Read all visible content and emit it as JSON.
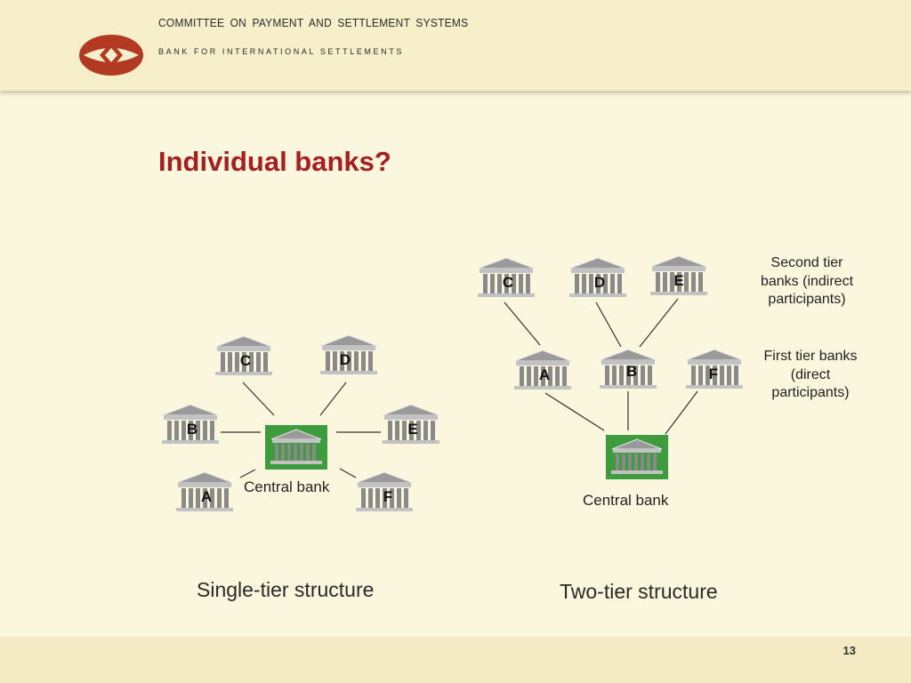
{
  "header": {
    "org_title": "COMMITTEE  ON  PAYMENT  AND  SETTLEMENT  SYSTEMS",
    "org_subtitle": "BANK FOR INTERNATIONAL SETTLEMENTS",
    "logo_icon": "bis-logo-icon"
  },
  "slide": {
    "title": "Individual banks?",
    "page_number": "13"
  },
  "single_tier": {
    "label": "Single-tier structure",
    "center_label": "Central bank",
    "banks": [
      "A",
      "B",
      "C",
      "D",
      "E",
      "F"
    ]
  },
  "two_tier": {
    "label": "Two-tier structure",
    "center_label": "Central bank",
    "second_tier_banks": [
      "C",
      "D",
      "E"
    ],
    "first_tier_banks": [
      "A",
      "B",
      "F"
    ],
    "second_tier_label": "Second tier banks (indirect participants)",
    "first_tier_label": "First tier banks (direct participants)"
  },
  "colors": {
    "title_red": "#a81d1d",
    "central_bank_green": "#3e9c3e",
    "bank_gray": "#8a8a8a",
    "logo_red": "#b23a22"
  }
}
